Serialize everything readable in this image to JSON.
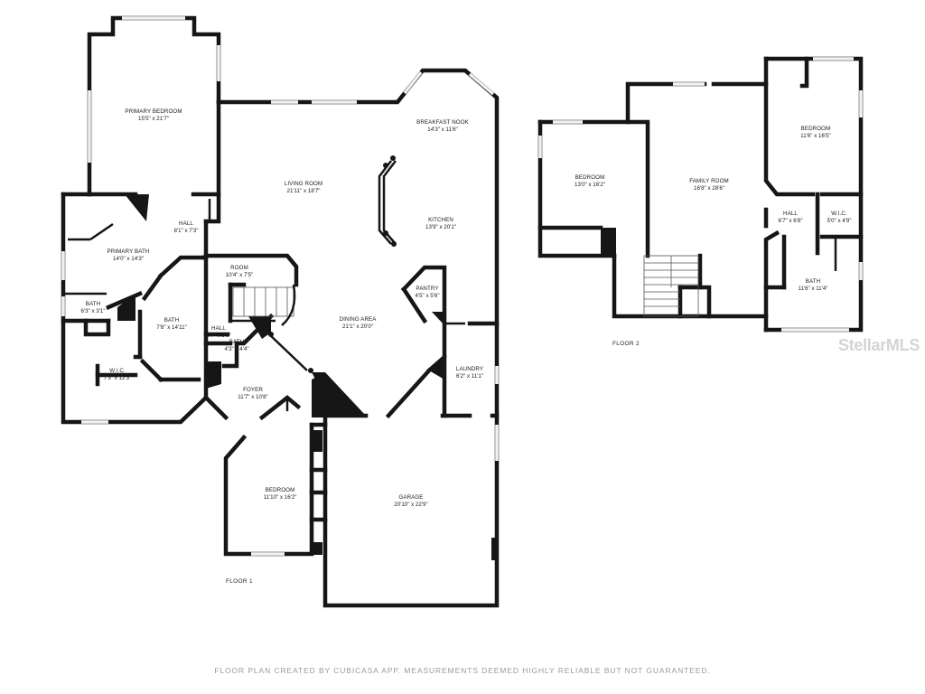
{
  "rooms": {
    "primary_bedroom": {
      "name": "PRIMARY BEDROOM",
      "dims": "15'5\" x 21'7\""
    },
    "living_room": {
      "name": "LIVING ROOM",
      "dims": "21'11\" x 18'7\""
    },
    "breakfast_nook": {
      "name": "BREAKFAST NOOK",
      "dims": "14'3\" x 11'6\""
    },
    "kitchen": {
      "name": "KITCHEN",
      "dims": "13'9\" x 20'1\""
    },
    "hall_1": {
      "name": "HALL",
      "dims": "8'1\" x 7'3\""
    },
    "primary_bath": {
      "name": "PRIMARY BATH",
      "dims": "14'0\" x 14'3\""
    },
    "room": {
      "name": "ROOM",
      "dims": "10'4\" x 7'5\""
    },
    "pantry": {
      "name": "PANTRY",
      "dims": "4'5\" x 5'6\""
    },
    "bath_small": {
      "name": "BATH",
      "dims": "6'3\" x 3'1\""
    },
    "bath_2": {
      "name": "BATH",
      "dims": "7'8\" x 14'11\""
    },
    "hall_2": {
      "name": "HALL",
      "dims": "3'7\" x 3'8\""
    },
    "bath_3": {
      "name": "BATH",
      "dims": "4'3\" x 4'4\""
    },
    "dining_area": {
      "name": "DINING AREA",
      "dims": "21'1\" x 20'0\""
    },
    "wic_1": {
      "name": "W.I.C.",
      "dims": "7'3\" x 12'3\""
    },
    "laundry": {
      "name": "LAUNDRY",
      "dims": "6'2\" x 11'1\""
    },
    "foyer": {
      "name": "FOYER",
      "dims": "11'7\" x 10'8\""
    },
    "bedroom_1": {
      "name": "BEDROOM",
      "dims": "11'10\" x 16'2\""
    },
    "garage": {
      "name": "GARAGE",
      "dims": "20'10\" x 22'9\""
    },
    "bedroom_2": {
      "name": "BEDROOM",
      "dims": "13'0\" x 16'2\""
    },
    "family_room": {
      "name": "FAMILY ROOM",
      "dims": "16'8\" x 28'6\""
    },
    "bedroom_3": {
      "name": "BEDROOM",
      "dims": "11'6\" x 16'5\""
    },
    "hall_3": {
      "name": "HALL",
      "dims": "6'7\" x 6'8\""
    },
    "wic_2": {
      "name": "W.I.C.",
      "dims": "5'0\" x 4'9\""
    },
    "bath_4": {
      "name": "BATH",
      "dims": "11'6\" x 11'4\""
    }
  },
  "floors": {
    "floor1": "FLOOR 1",
    "floor2": "FLOOR 2"
  },
  "footer": "FLOOR PLAN CREATED BY CUBICASA APP. MEASUREMENTS DEEMED HIGHLY RELIABLE BUT NOT GUARANTEED.",
  "watermark": "StellarMLS",
  "colors": {
    "walls": "#161616",
    "windows": "#c9c9c9",
    "footer_text": "#9a9a9a",
    "watermark": "#d4d4d4"
  }
}
